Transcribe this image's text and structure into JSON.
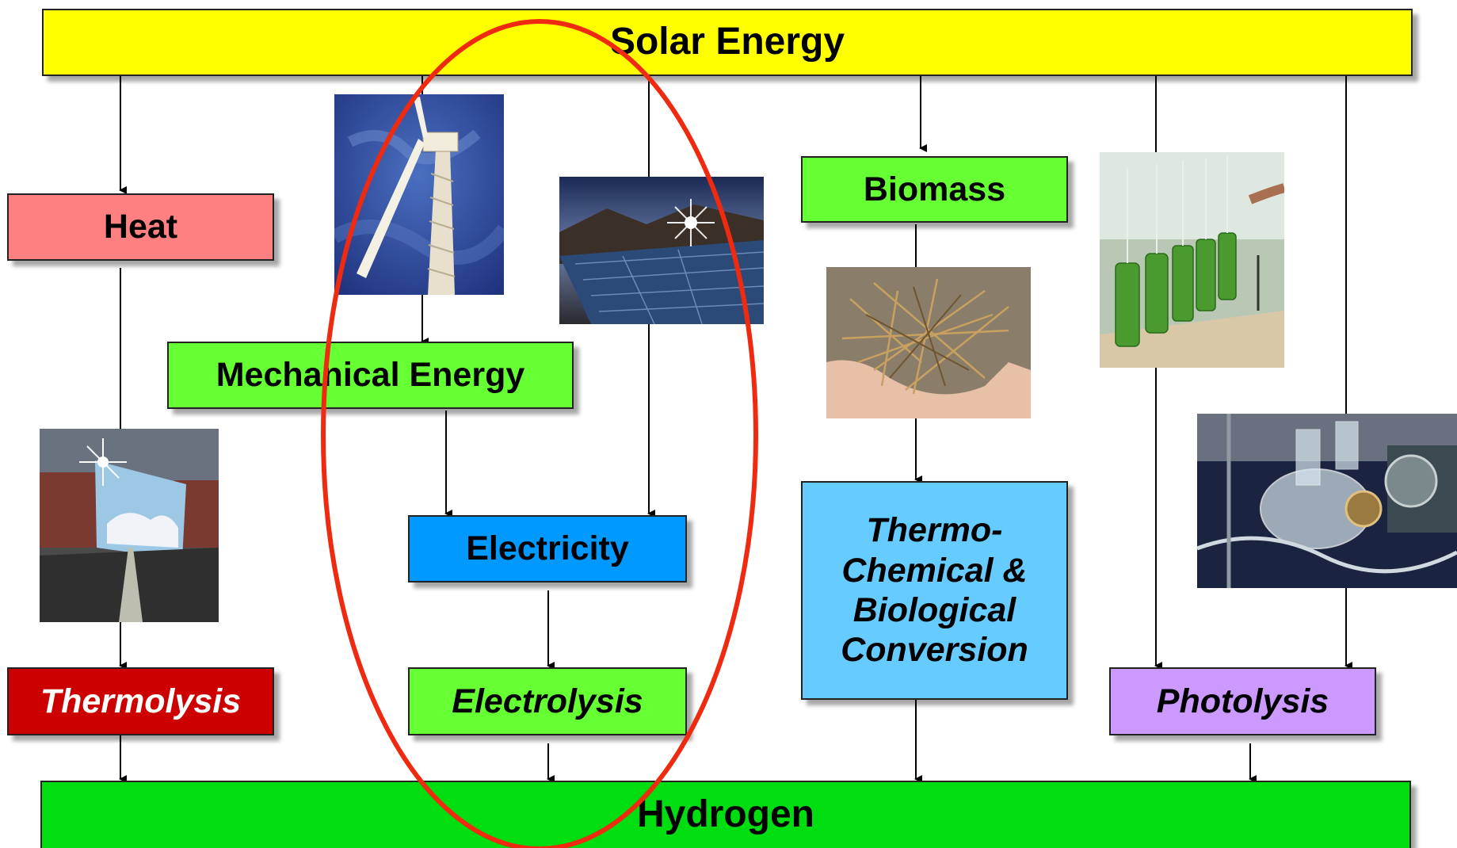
{
  "nodes": {
    "solar": "Solar Energy",
    "heat": "Heat",
    "mechanical": "Mechanical Energy",
    "biomass": "Biomass",
    "electricity": "Electricity",
    "conversion": "Thermo-Chemical & Biological Conversion",
    "thermolysis": "Thermolysis",
    "electrolysis": "Electrolysis",
    "photolysis": "Photolysis",
    "hydrogen": "Hydrogen"
  },
  "colors": {
    "solar": "#FFFF00",
    "heat": "#FF8080",
    "green": "#66FF33",
    "electricity": "#0099FF",
    "conversion": "#66CCFF",
    "thermolysis": "#CC0000",
    "photolysis": "#CC99FF",
    "hydrogen": "#00DD11",
    "highlight": "#EE2A10"
  },
  "photos": [
    "wind-turbine-photo",
    "solar-panel-photo",
    "solar-dish-photo",
    "biomass-straw-photo",
    "algae-bioreactor-photo",
    "photoelectrode-cell-photo"
  ]
}
